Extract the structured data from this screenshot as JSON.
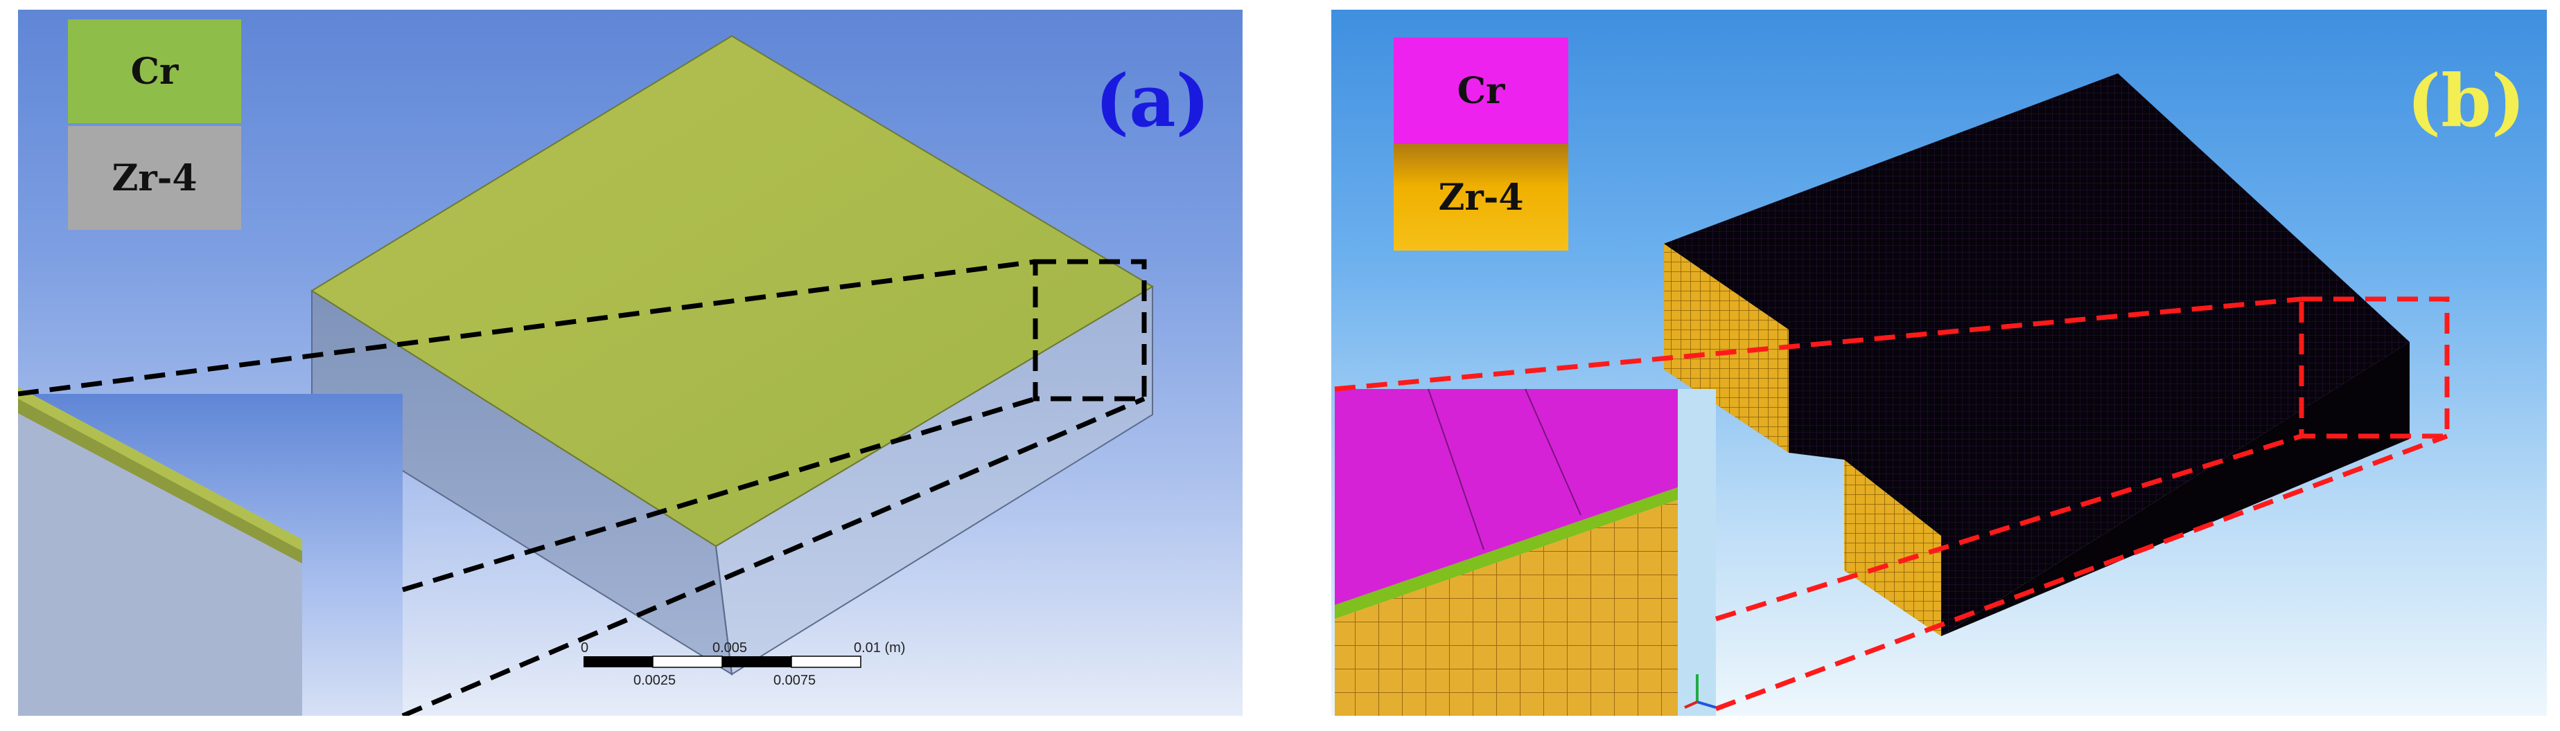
{
  "panel_a": {
    "label": "(a)",
    "label_color": "#1a1adf",
    "legend": [
      {
        "text": "Cr",
        "color": "#8fbd4a"
      },
      {
        "text": "Zr-4",
        "color": "#a8a8a8"
      }
    ],
    "scale_bar": {
      "top_labels": [
        "0",
        "0.005",
        "0.01 (m)"
      ],
      "bottom_labels": [
        "0.0025",
        "0.0075"
      ]
    }
  },
  "panel_b": {
    "label": "(b)",
    "label_color": "#f3ee52",
    "legend": [
      {
        "text": "Cr",
        "color": "#ee22ee"
      },
      {
        "text": "Zr-4",
        "color": "#f0b000"
      }
    ]
  }
}
